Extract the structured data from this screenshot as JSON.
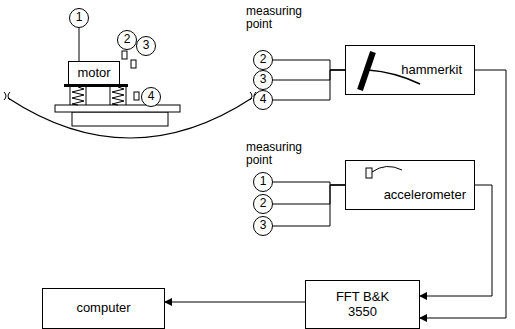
{
  "diagram": {
    "nodes": [
      {
        "text": [
          "1"
        ]
      },
      {
        "text": [
          "motor"
        ]
      },
      {
        "text": [
          "2"
        ]
      },
      {
        "text": [
          "3"
        ]
      },
      {
        "text": [
          "4"
        ]
      },
      {
        "text": [
          "2"
        ]
      },
      {
        "text": [
          "3"
        ]
      },
      {
        "text": [
          "4"
        ]
      },
      {
        "text": [
          "hammerkit"
        ]
      },
      {
        "text": [
          "1"
        ]
      },
      {
        "text": [
          "2"
        ]
      },
      {
        "text": [
          "3"
        ]
      },
      {
        "text": [
          "accelerometer"
        ]
      },
      {
        "text": [
          "computer"
        ]
      },
      {
        "text": [
          "FFT B&K 3550"
        ]
      }
    ],
    "edges": [
      {
        "from": 5,
        "to": 8,
        "arrow": "none"
      },
      {
        "from": 6,
        "to": 8,
        "arrow": "none"
      },
      {
        "from": 7,
        "to": 8,
        "arrow": "none"
      },
      {
        "from": 9,
        "to": 12,
        "arrow": "none"
      },
      {
        "from": 10,
        "to": 12,
        "arrow": "none"
      },
      {
        "from": 11,
        "to": 12,
        "arrow": "none"
      },
      {
        "from": 8,
        "to": 14,
        "arrow": "to"
      },
      {
        "from": 12,
        "to": 14,
        "arrow": "to"
      },
      {
        "from": 14,
        "to": 13,
        "arrow": "to"
      }
    ],
    "labels": [
      "measuring point",
      "measuring point"
    ]
  }
}
